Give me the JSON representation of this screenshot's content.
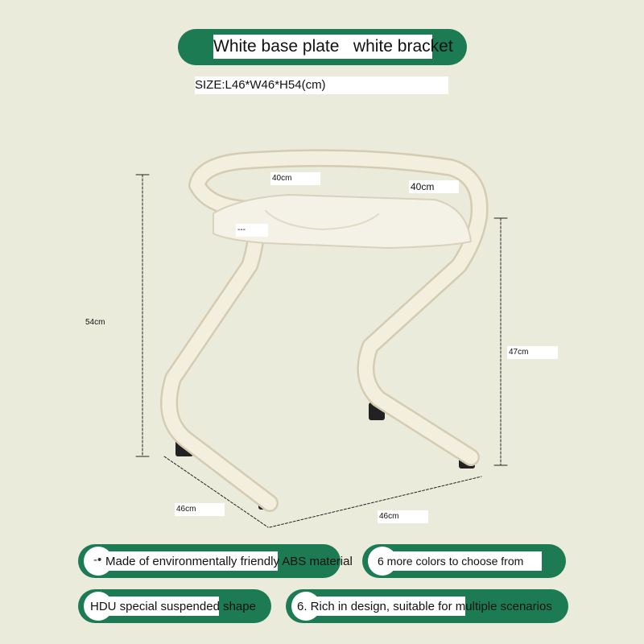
{
  "header": {
    "title": "White base plate   white bracket",
    "size": "SIZE:L46*W46*H54(cm)"
  },
  "dimensions": {
    "back_width": "40cm",
    "seat_width": "40cm",
    "seat_depth": "---",
    "total_height": "54cm",
    "seat_height": "47cm",
    "base_depth": "46cm",
    "base_width": "46cm"
  },
  "features": [
    {
      "bullet": "-•",
      "text": "Made of environmentally friendly ABS material"
    },
    {
      "text": "6 more colors to choose from"
    },
    {
      "text": "HDU special suspended shape"
    },
    {
      "text": "6. Rich in design, suitable for multiple scenarios"
    }
  ],
  "colors": {
    "accent": "#1d7b54",
    "background": "#ebebdc",
    "chair": "#f1ecda"
  }
}
